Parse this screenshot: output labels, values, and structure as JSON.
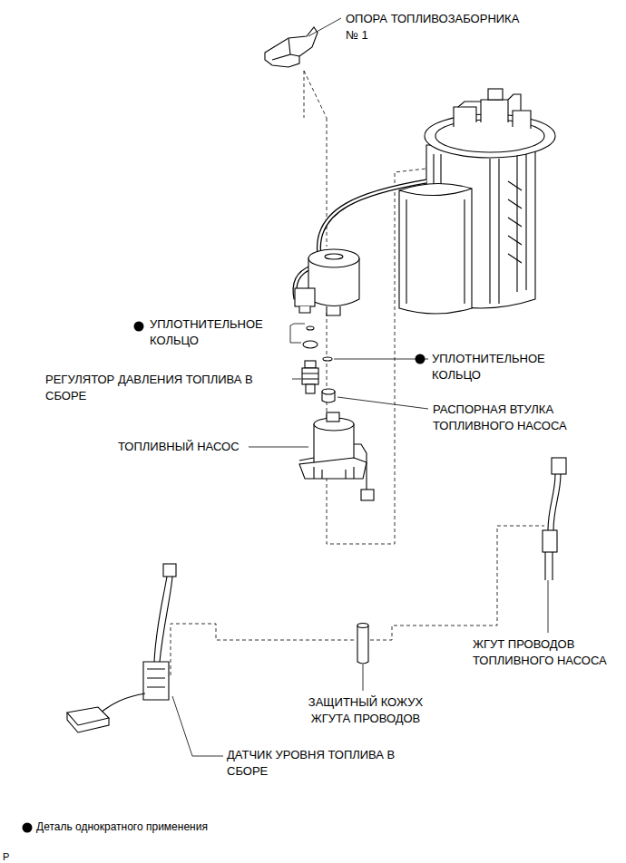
{
  "diagram": {
    "labels": [
      "ОПОРА ТОПЛИВОЗАБОРНИКА № 1",
      "УПЛОТНИТЕЛЬНОЕ КОЛЬЦО",
      "УПЛОТНИТЕЛЬНОЕ КОЛЬЦО",
      "РЕГУЛЯТОР ДАВЛЕНИЯ ТОПЛИВА В СБОРЕ",
      "РАСПОРНАЯ ВТУЛКА ТОПЛИВНОГО НАСОСА",
      "ТОПЛИВНЫЙ НАСОС",
      "ЖГУТ ПРОВОДОВ ТОПЛИВНОГО НАСОСА",
      "ЗАЩИТНЫЙ КОЖУХ ЖГУТА ПРОВОДОВ",
      "ДАТЧИК УРОВНЯ ТОПЛИВА В СБОРЕ",
      "P"
    ],
    "legend": [
      {
        "text": "Деталь однократного применения"
      }
    ]
  }
}
